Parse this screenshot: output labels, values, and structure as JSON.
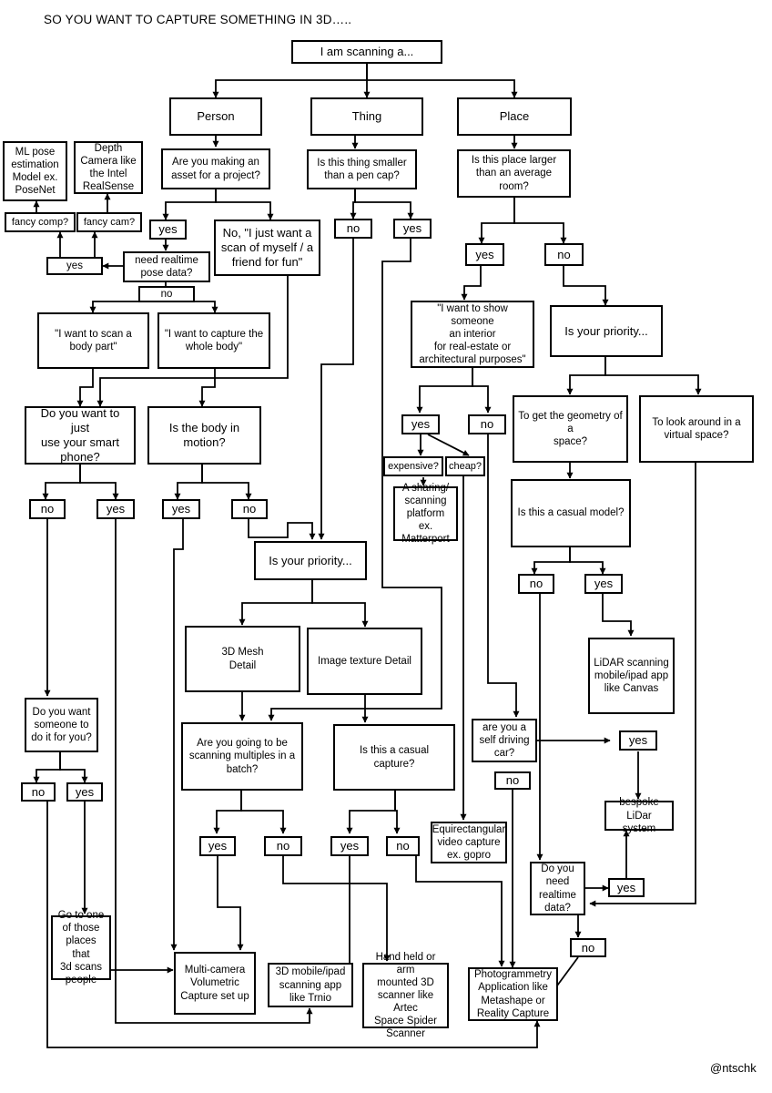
{
  "title": "SO YOU WANT TO CAPTURE SOMETHING IN 3D…..",
  "credit": "@ntschk",
  "nodes": [
    {
      "id": "start",
      "text": "I am scanning a..."
    },
    {
      "id": "person",
      "text": "Person"
    },
    {
      "id": "thing",
      "text": "Thing"
    },
    {
      "id": "place",
      "text": "Place"
    },
    {
      "id": "asset_q",
      "text": "Are you making an\nasset for a project?"
    },
    {
      "id": "pencap_q",
      "text": "Is this thing smaller\nthan a pen cap?"
    },
    {
      "id": "room_q",
      "text": "Is this place larger\nthan an average\nroom?"
    },
    {
      "id": "ml_pose",
      "text": "ML pose\nestimation\nModel ex.\nPoseNet"
    },
    {
      "id": "depth_cam",
      "text": "Depth\nCamera like\nthe Intel\nRealSense"
    },
    {
      "id": "fancy_comp",
      "text": "fancy comp?"
    },
    {
      "id": "fancy_cam",
      "text": "fancy cam?"
    },
    {
      "id": "yes_asset",
      "text": "yes"
    },
    {
      "id": "no_fun",
      "text": "No, \"I just want a\nscan of myself / a\nfriend for fun\""
    },
    {
      "id": "no_pen",
      "text": "no"
    },
    {
      "id": "yes_pen",
      "text": "yes"
    },
    {
      "id": "yes_pose",
      "text": "yes"
    },
    {
      "id": "pose_q",
      "text": "need realtime\npose data?"
    },
    {
      "id": "no_pose",
      "text": "no"
    },
    {
      "id": "yes_room",
      "text": "yes"
    },
    {
      "id": "no_room",
      "text": "no"
    },
    {
      "id": "interior",
      "text": "\"I want to show someone\nan interior\nfor real-estate or\narchitectural purposes\""
    },
    {
      "id": "priority_place",
      "text": "Is your priority..."
    },
    {
      "id": "body_part",
      "text": "\"I want to scan a\nbody part\""
    },
    {
      "id": "whole_body",
      "text": "\"I want to capture the\nwhole body\""
    },
    {
      "id": "yes_interior",
      "text": "yes"
    },
    {
      "id": "no_interior",
      "text": "no"
    },
    {
      "id": "geometry",
      "text": "To get the geometry of a\nspace?"
    },
    {
      "id": "look_around",
      "text": "To look around in a\nvirtual space?"
    },
    {
      "id": "phone_q",
      "text": "Do you want to just\nuse your smart\nphone?"
    },
    {
      "id": "motion_q",
      "text": "Is the body in\nmotion?"
    },
    {
      "id": "expensive",
      "text": "expensive?"
    },
    {
      "id": "cheap",
      "text": "cheap?"
    },
    {
      "id": "matterport",
      "text": "A sharing/\nscanning\nplatform ex.\nMatterport"
    },
    {
      "id": "casual_model_q",
      "text": "Is this a casual model?"
    },
    {
      "id": "no_phone",
      "text": "no"
    },
    {
      "id": "yes_phone",
      "text": "yes"
    },
    {
      "id": "yes_motion",
      "text": "yes"
    },
    {
      "id": "no_motion",
      "text": "no"
    },
    {
      "id": "priority_mid",
      "text": "Is your priority..."
    },
    {
      "id": "no_casual_model",
      "text": "no"
    },
    {
      "id": "yes_casual_model",
      "text": "yes"
    },
    {
      "id": "mesh",
      "text": "3D Mesh\nDetail"
    },
    {
      "id": "texture",
      "text": "Image texture Detail"
    },
    {
      "id": "lidar_app",
      "text": "LiDAR scanning\nmobile/ipad app\nlike Canvas"
    },
    {
      "id": "someone_q",
      "text": "Do you want\nsomeone to\ndo it for you?"
    },
    {
      "id": "batch_q",
      "text": "Are you going to be\nscanning multiples in a\nbatch?"
    },
    {
      "id": "casual_cap_q",
      "text": "Is this a casual capture?"
    },
    {
      "id": "selfdrive_q",
      "text": "are you a\nself driving\ncar?"
    },
    {
      "id": "yes_selfdrive",
      "text": "yes"
    },
    {
      "id": "no_someone",
      "text": "no"
    },
    {
      "id": "yes_someone",
      "text": "yes"
    },
    {
      "id": "no_selfdrive",
      "text": "no"
    },
    {
      "id": "bespoke",
      "text": "bespoke\nLiDar system"
    },
    {
      "id": "equirect",
      "text": "Equirectangular\nvideo capture\nex. gopro"
    },
    {
      "id": "yes_batch",
      "text": "yes"
    },
    {
      "id": "no_batch",
      "text": "no"
    },
    {
      "id": "yes_casual_cap",
      "text": "yes"
    },
    {
      "id": "no_casual_cap",
      "text": "no"
    },
    {
      "id": "realtime_q",
      "text": "Do you\nneed\nrealtime\ndata?"
    },
    {
      "id": "yes_realtime",
      "text": "yes"
    },
    {
      "id": "no_realtime",
      "text": "no"
    },
    {
      "id": "places",
      "text": "Go to one\nof those\nplaces that\n3d scans\npeople"
    },
    {
      "id": "multicam",
      "text": "Multi-camera\nVolumetric\nCapture set up"
    },
    {
      "id": "trnio",
      "text": "3D mobile/ipad\nscanning app\nlike Trnio"
    },
    {
      "id": "artec",
      "text": "Hand held or arm\nmounted 3D\nscanner like Artec\nSpace Spider\nScanner"
    },
    {
      "id": "photogrammetry",
      "text": "Photogrammetry\nApplication like\nMetashape or\nReality Capture"
    }
  ]
}
